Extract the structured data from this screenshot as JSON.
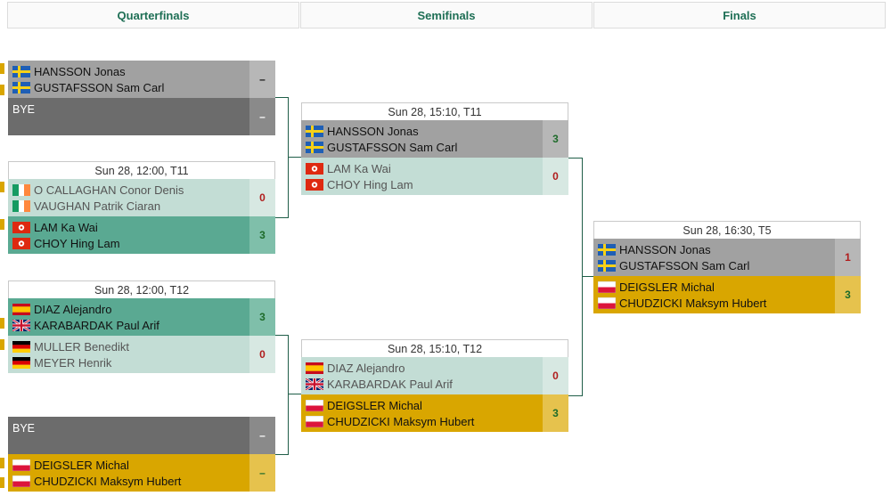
{
  "headers": {
    "qf": "Quarterfinals",
    "sf": "Semifinals",
    "f": "Finals"
  },
  "colors": {
    "accent": "#1e6f55",
    "winner_gold": "#d9a600",
    "teal": "#5aa992",
    "mint": "#c3ddd5",
    "gray": "#a1a1a1",
    "bye": "#6c6c6c",
    "connector": "#1f5e48"
  },
  "qf": [
    {
      "head": "",
      "t1": {
        "p1": "HANSSON Jonas",
        "f1": "sweden-flag",
        "p2": "GUSTAFSSON Sam Carl",
        "f2": "sweden-flag",
        "score": "–"
      },
      "t2": {
        "bye": "BYE",
        "score": "–"
      }
    },
    {
      "head": "Sun 28, 12:00, T11",
      "t1": {
        "p1": "O CALLAGHAN Conor Denis",
        "f1": "ireland-flag",
        "p2": "VAUGHAN Patrik Ciaran",
        "f2": "ireland-flag",
        "score": "0"
      },
      "t2": {
        "p1": "LAM Ka Wai",
        "f1": "hongkong-flag",
        "p2": "CHOY Hing Lam",
        "f2": "hongkong-flag",
        "score": "3"
      }
    },
    {
      "head": "Sun 28, 12:00, T12",
      "t1": {
        "p1": "DIAZ Alejandro",
        "f1": "spain-flag",
        "p2": "KARABARDAK Paul Arif",
        "f2": "uk-flag",
        "score": "3"
      },
      "t2": {
        "p1": "MULLER Benedikt",
        "f1": "germany-flag",
        "p2": "MEYER Henrik",
        "f2": "germany-flag",
        "score": "0"
      }
    },
    {
      "head": "",
      "t1": {
        "bye": "BYE",
        "score": "–"
      },
      "t2": {
        "p1": "DEIGSLER Michal",
        "f1": "poland-flag",
        "p2": "CHUDZICKI Maksym Hubert",
        "f2": "poland-flag",
        "score": "–"
      }
    }
  ],
  "sf": [
    {
      "head": "Sun 28, 15:10, T11",
      "t1": {
        "p1": "HANSSON Jonas",
        "p2": "GUSTAFSSON Sam Carl",
        "score": "3"
      },
      "t2": {
        "p1": "LAM Ka Wai",
        "p2": "CHOY Hing Lam",
        "score": "0"
      }
    },
    {
      "head": "Sun 28, 15:10, T12",
      "t1": {
        "p1": "DIAZ Alejandro",
        "p2": "KARABARDAK Paul Arif",
        "score": "0"
      },
      "t2": {
        "p1": "DEIGSLER Michal",
        "p2": "CHUDZICKI Maksym Hubert",
        "score": "3"
      }
    }
  ],
  "final": {
    "head": "Sun 28, 16:30, T5",
    "t1": {
      "p1": "HANSSON Jonas",
      "p2": "GUSTAFSSON Sam Carl",
      "score": "1"
    },
    "t2": {
      "p1": "DEIGSLER Michal",
      "p2": "CHUDZICKI Maksym Hubert",
      "score": "3"
    }
  }
}
